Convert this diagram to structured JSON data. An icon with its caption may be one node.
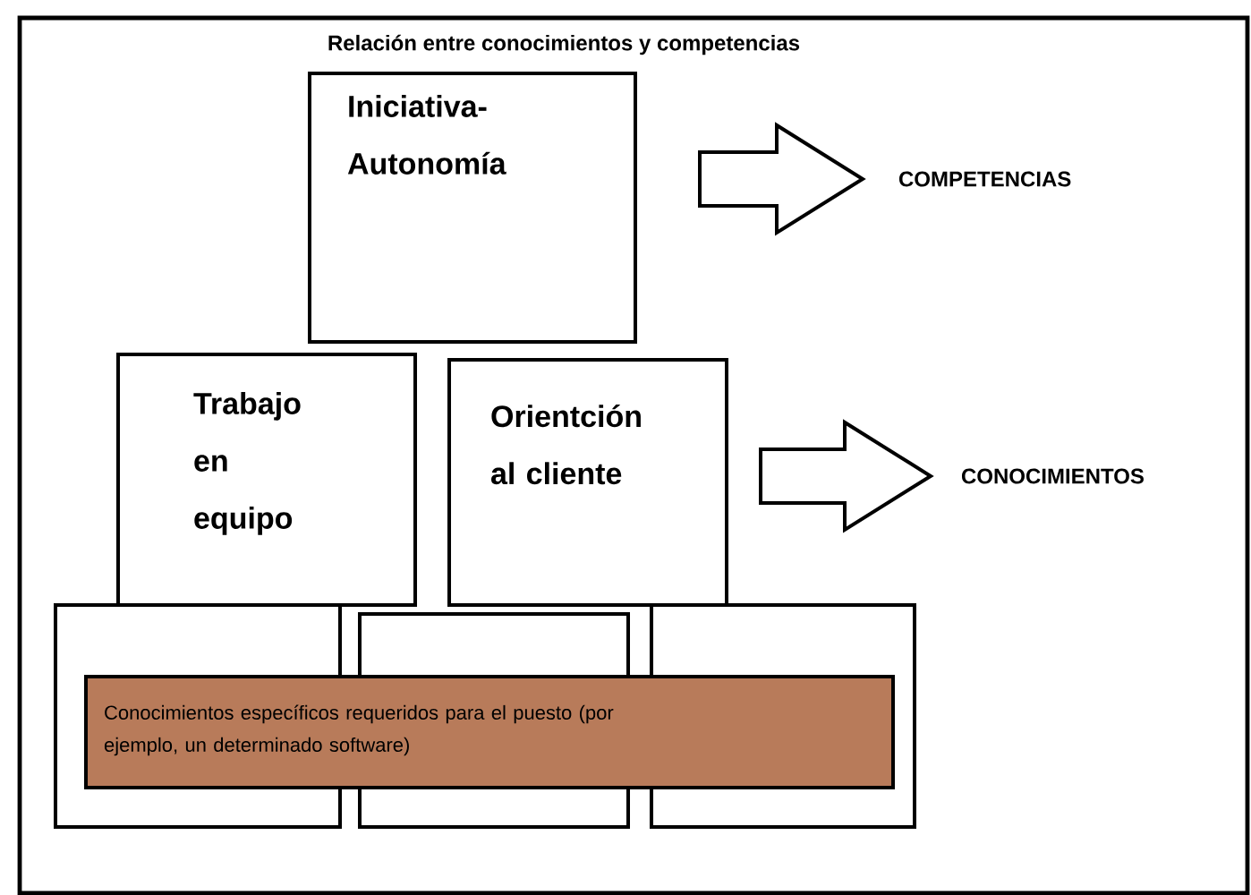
{
  "diagram": {
    "title": "Relación entre conocimientos y competencias",
    "nodes": [
      {
        "text": [
          "Iniciativa-Autonomía"
        ]
      },
      {
        "text": [
          "Trabajo en equipo"
        ]
      },
      {
        "text": [
          "Orientción al cliente"
        ]
      },
      {
        "text": [],
        "shape": "box"
      },
      {
        "text": [],
        "shape": "box"
      },
      {
        "text": [],
        "shape": "box"
      },
      {
        "text": [
          "Conocimientos específicos requeridos para el puesto (por ejemplo, un determinado software)"
        ]
      },
      {
        "text": [
          "COMPETENCIAS"
        ]
      },
      {
        "text": [
          "CONOCIMIENTOS"
        ]
      }
    ],
    "edges": [
      {
        "from": 0,
        "to": 7,
        "arrow": "to"
      },
      {
        "from": 2,
        "to": 8,
        "arrow": "to"
      }
    ]
  }
}
